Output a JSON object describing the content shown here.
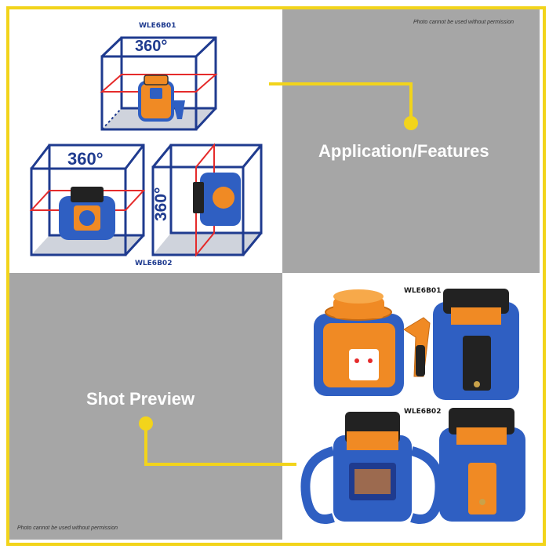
{
  "notice_top": "Photo cannot be used without permission",
  "notice_bottom": "Photo cannot be used without permission",
  "labels": {
    "application": "Application/Features",
    "preview": "Shot Preview"
  },
  "diagrams": {
    "top_model": "WLE6B01",
    "bottom_model": "WLE6B02",
    "deg_a": "360°",
    "deg_b": "360°",
    "deg_c": "360°"
  },
  "photos": {
    "model_a": "WLE6B01",
    "model_b": "WLE6B02"
  },
  "colors": {
    "frame": "#f2d41b",
    "gray_panel": "#a6a6a6",
    "cube_line": "#1f3b8f",
    "laser_red": "#e52b2b",
    "body_blue": "#2f5fc2",
    "body_orange": "#f08a24"
  }
}
